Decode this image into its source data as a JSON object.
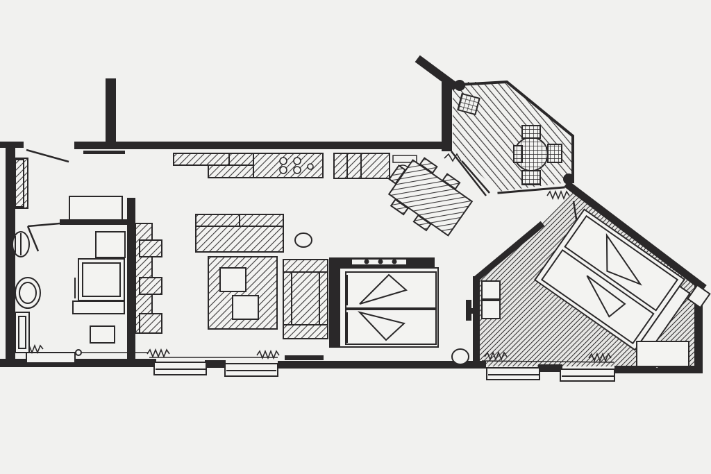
{
  "colors": {
    "paper": "#f1f1ef",
    "ink": "#2a2829",
    "hatch": "#3a3839",
    "furniture_fill": "#f3f3f1"
  },
  "rooms": [
    "entrance-hall",
    "bathroom",
    "kitchen-living-room",
    "dining-area",
    "balcony",
    "bedroom"
  ],
  "icons": [
    "toilet-icon",
    "sink-icon",
    "bathtub-icon",
    "shower-icon",
    "stove-icon",
    "sofa-icon",
    "sofa-bed-icon",
    "armchair-icon",
    "coffee-table-icon",
    "dining-table-icon",
    "double-bed-icon",
    "radiator-icon",
    "lamp-icon",
    "window-icon",
    "door-icon"
  ]
}
